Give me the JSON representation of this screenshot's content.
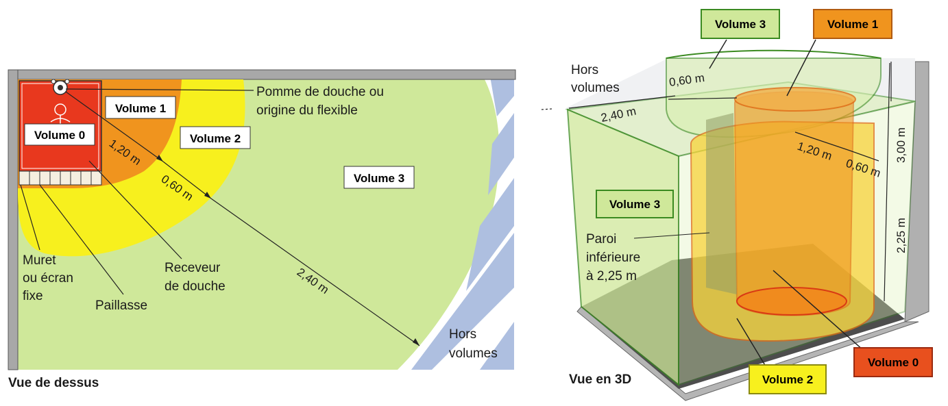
{
  "top_view": {
    "caption": "Vue de dessus",
    "labels": {
      "volume0": "Volume 0",
      "volume1": "Volume 1",
      "volume2": "Volume 2",
      "volume3": "Volume 3",
      "shower_head_line1": "Pomme de douche ou",
      "shower_head_line2": "origine du flexible",
      "muret_line1": "Muret",
      "muret_line2": "ou écran",
      "muret_line3": "fixe",
      "paillasse": "Paillasse",
      "receveur_line1": "Receveur",
      "receveur_line2": "de douche",
      "hors_line1": "Hors",
      "hors_line2": "volumes"
    },
    "measures": {
      "m1": "1,20 m",
      "m2": "0,60 m",
      "m3": "2,40 m"
    }
  },
  "view_3d": {
    "caption": "Vue en 3D",
    "labels": {
      "volume3_top": "Volume 3",
      "volume1": "Volume 1",
      "volume3_side": "Volume 3",
      "volume0": "Volume 0",
      "volume2": "Volume 2",
      "hors_line1": "Hors",
      "hors_line2": "volumes",
      "paroi_line1": "Paroi",
      "paroi_line2": "inférieure",
      "paroi_line3": "à 2,25 m"
    },
    "measures": {
      "m060_top": "0,60 m",
      "m240": "2,40 m",
      "m120": "1,20 m",
      "m060": "0,60 m",
      "h300": "3,00 m",
      "h225": "2,25 m"
    }
  },
  "colors": {
    "volume0": "#e8381e",
    "volume1": "#f0941e",
    "volume2": "#f7f01e",
    "volume3": "#cfe89a",
    "hors": "#aebfe0",
    "wall": "#a8a8a8"
  }
}
